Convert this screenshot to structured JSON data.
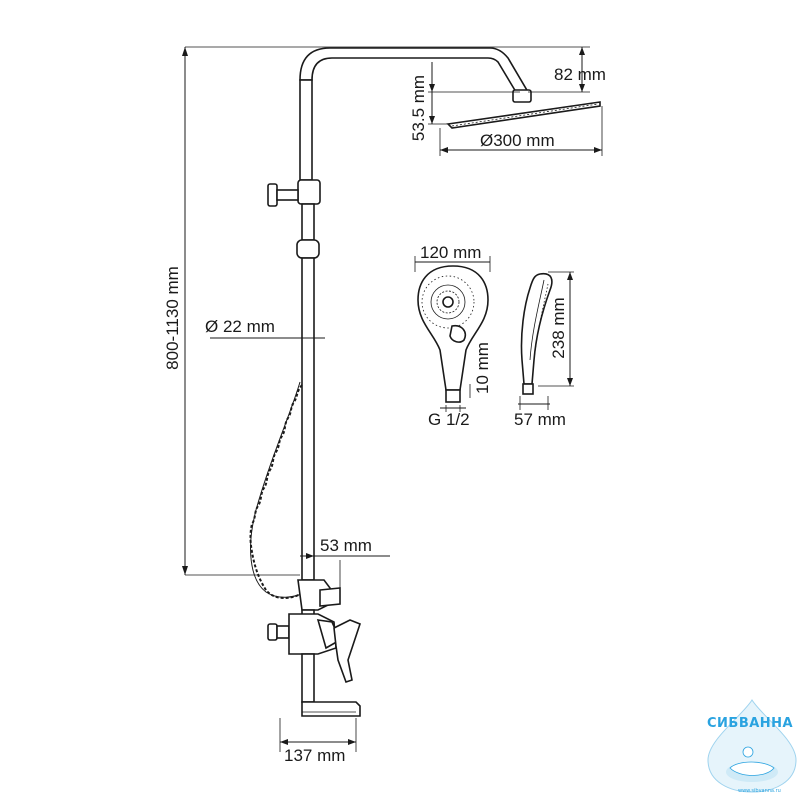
{
  "dimensions": {
    "height_range": "800-1130 mm",
    "pipe_diameter": "Ø 22 mm",
    "head_height": "82 mm",
    "head_thickness": "53.5 mm",
    "head_diameter": "Ø300 mm",
    "hand_width": "120 mm",
    "hand_neck": "10 mm",
    "hand_thread": "G 1/2",
    "hand_length": "238 mm",
    "hand_depth": "57 mm",
    "outlet_offset": "53 mm",
    "spout_length": "137 mm"
  },
  "watermark": {
    "brand": "СИБВАННА",
    "url": "www.sibvanna.ru",
    "color": "#2aa3e0"
  }
}
